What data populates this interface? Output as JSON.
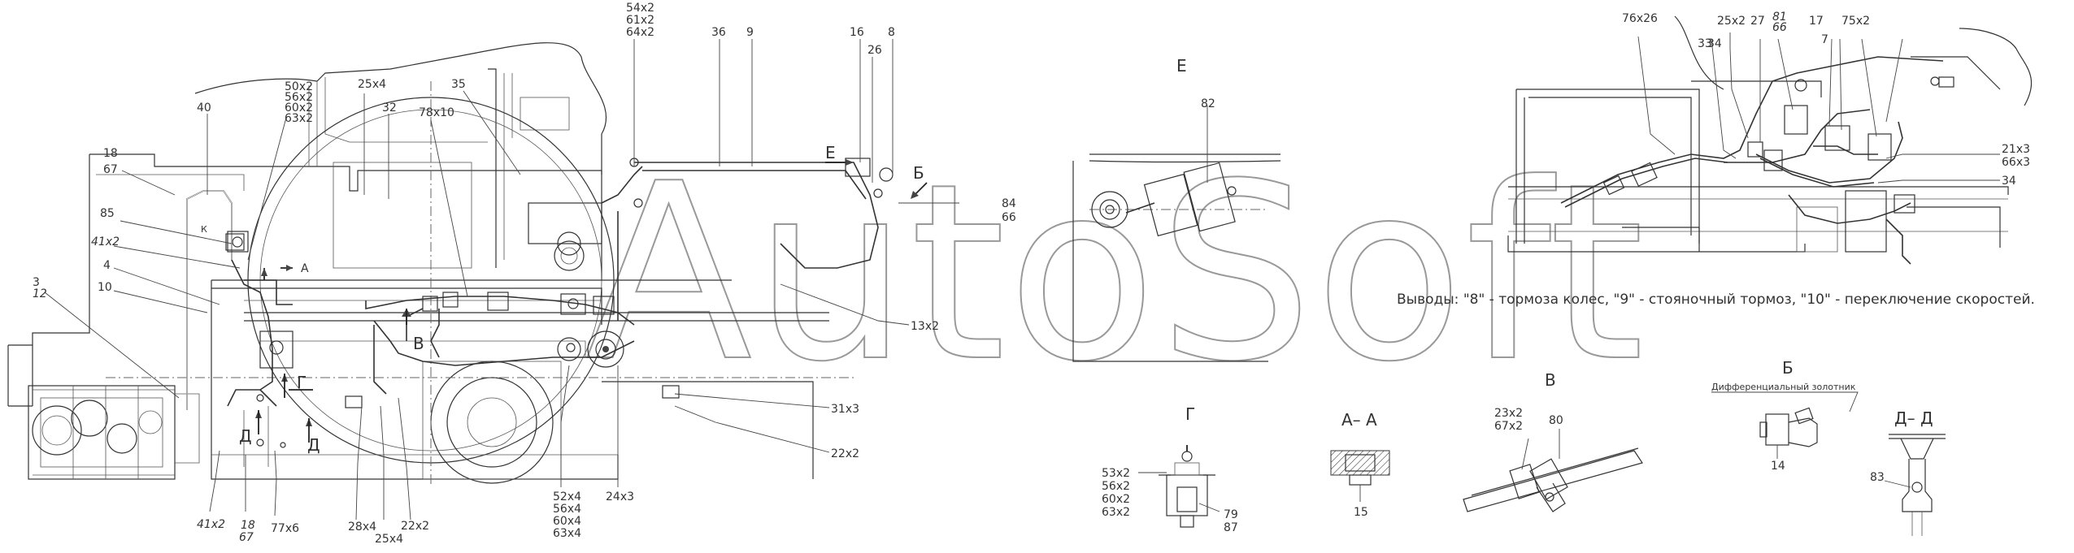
{
  "watermark": "AutoSoft",
  "note": "Выводы: \"8\" - тормоза колес, \"9\" - стояночный тормоз, \"10\" - переключение скоростей.",
  "views": {
    "E": "Е",
    "B": "Б",
    "V": "В",
    "G": "Г",
    "AA": "А– А",
    "DD": "Д– Д",
    "A_mark": "А",
    "D_mark": "Д",
    "K_mark": "К"
  },
  "diff_valve": "Дифференциальный золотник",
  "labels": {
    "l54_61_64": [
      "54х2",
      "61х2",
      "64х2"
    ],
    "l36": "36",
    "l9": "9",
    "l16": "16",
    "l26": "26",
    "l8": "8",
    "l50": [
      "50х2",
      "56х2",
      "60х2",
      "63х2"
    ],
    "l40": "40",
    "l25x4a": "25х4",
    "l32": "32",
    "l35": "35",
    "l78": "78х10",
    "l18_67a": [
      "18",
      "67"
    ],
    "l85": "85",
    "l41a": "41х2",
    "l4": "4",
    "l10": "10",
    "l3_12": [
      "3",
      "12"
    ],
    "l84_66": [
      "84",
      "66"
    ],
    "l13": "13х2",
    "l31": "31х3",
    "l22a": "22х2",
    "l41b": "41х2",
    "l18_67b": [
      "18",
      "67"
    ],
    "l77": "77х6",
    "l28": "28х4",
    "l25x4b": "25х4",
    "l22b": "22х2",
    "l52": [
      "52х4",
      "56х4",
      "60х4",
      "63х4"
    ],
    "l24": "24х3",
    "l82": "82",
    "l53": [
      "53х2",
      "56х2",
      "60х2",
      "63х2"
    ],
    "l79_87": [
      "79",
      "87"
    ],
    "l15": "15",
    "l23_67": [
      "23х2",
      "67х2"
    ],
    "l80": "80",
    "l14": "14",
    "l83": "83",
    "l76": "76х26",
    "l33": "33",
    "l25x2": "25х2",
    "l34a": "34",
    "l27": "27",
    "l81_66": [
      "81",
      "66"
    ],
    "l17": "17",
    "l7": "7",
    "l75": "75х2",
    "l21_66": [
      "21х3",
      "66х3"
    ],
    "l34b": "34"
  }
}
